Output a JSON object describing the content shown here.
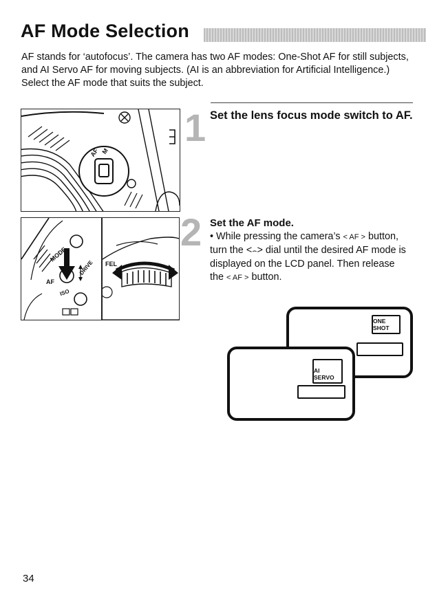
{
  "page": {
    "title": "AF Mode Selection",
    "intro": "AF stands for ‘autofocus’. The camera has two AF modes: One-Shot AF for still subjects, and AI Servo AF for moving subjects. (AI is an abbreviation for Artificial Intelligence.) Select the AF mode that suits the subject.",
    "page_number": "34"
  },
  "steps": [
    {
      "number": "1",
      "heading": "Set the lens focus mode switch to AF."
    },
    {
      "number": "2",
      "heading": "Set the AF mode.",
      "bullet": "•",
      "body_part1": "While pressing the camera’s",
      "af_symbol": "< AF >",
      "body_part2": "button, turn the",
      "dial_open": "<",
      "dial_close": ">",
      "body_part3": "dial until the desired AF mode is displayed on the LCD panel. Then release the",
      "body_part4": "button."
    }
  ],
  "illustrations": {
    "lens_switch_labels": [
      "AF",
      "M"
    ],
    "button_labels": [
      "MODE",
      "AF",
      "DRIVE",
      "ISO"
    ],
    "dial_label": "FEL",
    "lcd_one_shot": "ONE SHOT",
    "lcd_ai_servo": "AI SERVO"
  }
}
